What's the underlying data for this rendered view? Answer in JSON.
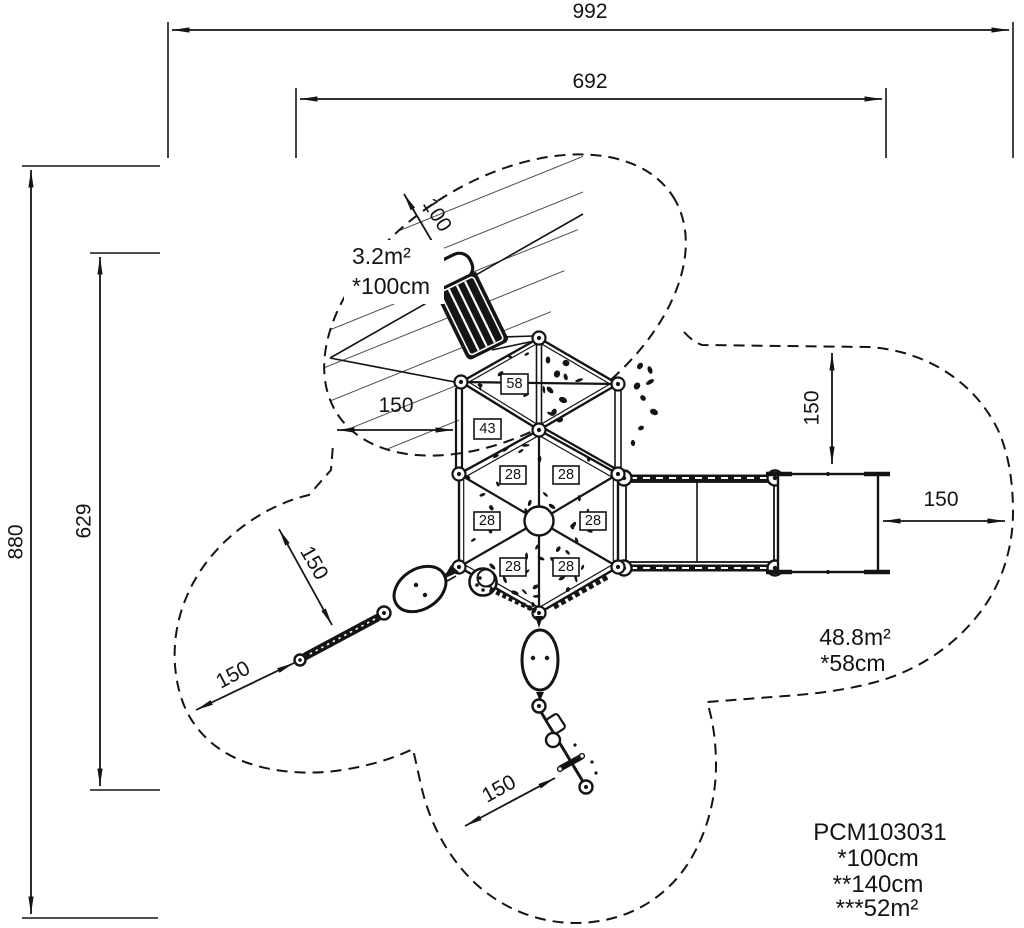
{
  "dims": {
    "overall_width": "992",
    "upper_width": "692",
    "overall_height": "880",
    "left_height": "629",
    "slide_zone_width": "100"
  },
  "clearances": [
    "150",
    "150",
    "150",
    "150",
    "150",
    "150"
  ],
  "zones": {
    "slide_area": "3.2m²",
    "slide_height": "*100cm",
    "main_area": "48.8m²",
    "main_height": "*58cm"
  },
  "panels": {
    "upper": "58",
    "lower": "43",
    "hex": [
      "28",
      "28",
      "28",
      "28",
      "28",
      "28"
    ]
  },
  "product": {
    "code": "PCM103031",
    "height_marked": "*100cm",
    "height_double": "**140cm",
    "area_triple": "***52m²"
  }
}
